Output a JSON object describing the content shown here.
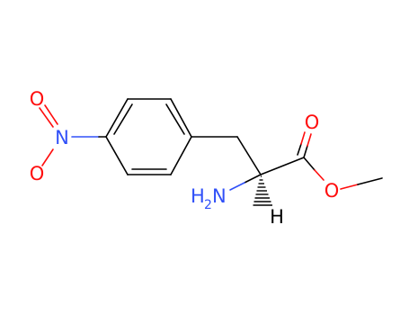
{
  "molecule": {
    "atoms": {
      "o_top": "O",
      "n_nitro": "N",
      "o_bottom": "O",
      "carbonyl_o": "O",
      "ester_o": "O",
      "amine_n": "N",
      "amine_h": "H",
      "amine_h_count": "2",
      "alpha_h": "H"
    },
    "colors": {
      "bond": "#000000",
      "oxygen": "#ff0d0d",
      "nitrogen": "#3050f8",
      "hydrogen": "#000000"
    }
  }
}
